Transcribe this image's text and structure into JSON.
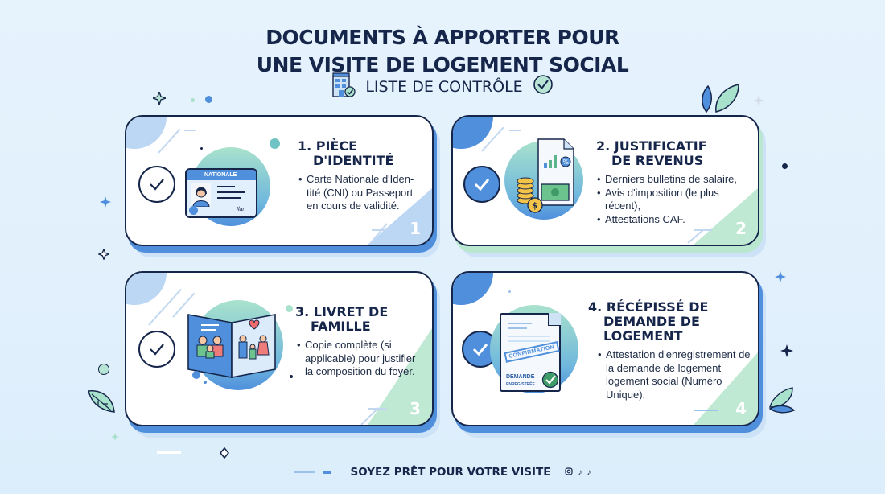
{
  "header": {
    "title_line1": "DOCUMENTS À APPORTER POUR",
    "title_line2": "UNE VISITE DE LOGEMENT SOCIAL",
    "subtitle": "LISTE DE CONTRÔLE",
    "subtitle_left_icon": "building-check-icon",
    "subtitle_right_icon": "check-circle-icon"
  },
  "cards": [
    {
      "number": "1",
      "title_line1": "1. PIÈCE",
      "title_line2": "D'IDENTITÉ",
      "check_state": "outline",
      "illustration": "id-card-icon",
      "id_card_label": "NATIONALE",
      "bullets": [
        "Carte Nationale d'Iden-tité (CNI) ou Passeport en cours de validité."
      ]
    },
    {
      "number": "2",
      "title_line1": "2. JUSTIFICATIF",
      "title_line2": "DE REVENUS",
      "check_state": "filled",
      "illustration": "income-documents-icon",
      "bullets": [
        "Derniers bulletins de salaire,",
        "Avis d'imposition (le plus récent),",
        "Attestations CAF."
      ]
    },
    {
      "number": "3",
      "title_line1": "3. LIVRET DE",
      "title_line2": "FAMILLE",
      "check_state": "outline",
      "illustration": "family-booklet-icon",
      "bullets": [
        "Copie complète (si applicable) pour justifier la composition du foyer."
      ]
    },
    {
      "number": "4",
      "title_line1": "4. RÉCÉPISSÉ DE",
      "title_line2": "DEMANDE DE",
      "title_line3": "LOGEMENT",
      "check_state": "filled",
      "illustration": "confirmation-document-icon",
      "stamp_label": "CONFIRMATION",
      "doc_label1": "DEMANDE",
      "doc_label2": "ENREGISTRÉE",
      "bullets": [
        "Attestation d'enregistrement de la demande de logement logement social (Numéro Unique)."
      ]
    }
  ],
  "footer": {
    "text": "SOYEZ PRÊT POUR VOTRE VISITE",
    "social_icons": [
      "instagram-icon",
      "tiktok-icon",
      "tiktok-icon"
    ]
  },
  "colors": {
    "navy": "#16264a",
    "blue": "#4f8fdc",
    "green": "#a9e2cc",
    "background": "#e4f2fd"
  }
}
